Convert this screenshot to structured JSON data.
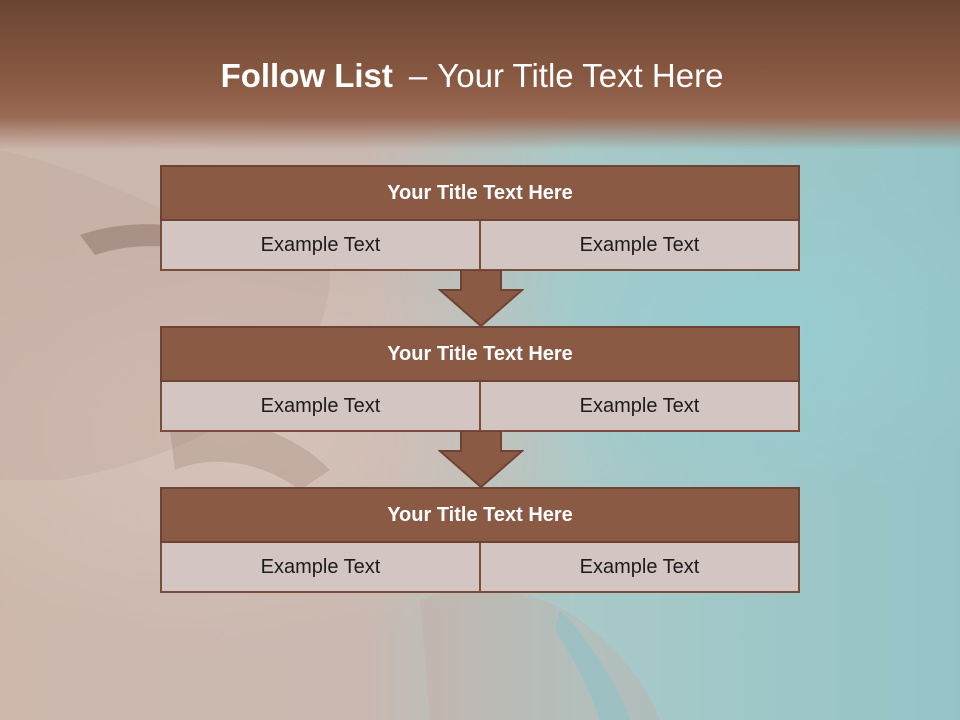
{
  "slide": {
    "title_bold": "Follow List",
    "title_separator": "–",
    "title_rest": "Your Title Text Here"
  },
  "steps": [
    {
      "title": "Your Title Text Here",
      "left_text": "Example Text",
      "right_text": "Example Text"
    },
    {
      "title": "Your Title Text Here",
      "left_text": "Example Text",
      "right_text": "Example Text"
    },
    {
      "title": "Your Title Text Here",
      "left_text": "Example Text",
      "right_text": "Example Text"
    }
  ],
  "colors": {
    "header": "#8a5a43",
    "box_title": "#8a5a45",
    "box_cell": "#d3c5c1",
    "border": "#6d4433"
  }
}
